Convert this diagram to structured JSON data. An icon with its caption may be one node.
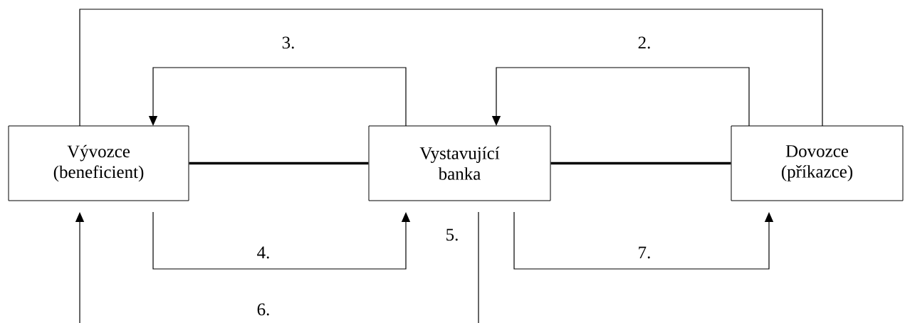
{
  "diagram": {
    "nodes": [
      {
        "text": [
          "Vývozce (beneficient)"
        ]
      },
      {
        "text": [
          "Vystavující banka"
        ]
      },
      {
        "text": [
          "Dovozce (příkazce)"
        ]
      }
    ],
    "edges": [
      {
        "from": 0,
        "to": 2,
        "arrow": "none"
      },
      {
        "from": 2,
        "to": 1,
        "arrow": "to",
        "label": "2."
      },
      {
        "from": 1,
        "to": 0,
        "arrow": "to",
        "label": "3."
      },
      {
        "from": 0,
        "to": 1,
        "arrow": "to",
        "label": "4."
      },
      {
        "from": 1,
        "to": null,
        "arrow": "none",
        "label": "5."
      },
      {
        "from": null,
        "to": 0,
        "arrow": "to"
      },
      {
        "from": 1,
        "to": 2,
        "arrow": "to",
        "label": "7."
      },
      {
        "from": 0,
        "to": 1,
        "arrow": "none",
        "style": "thick"
      },
      {
        "from": 1,
        "to": 2,
        "arrow": "none",
        "style": "thick"
      }
    ],
    "labels": [
      "6."
    ]
  }
}
